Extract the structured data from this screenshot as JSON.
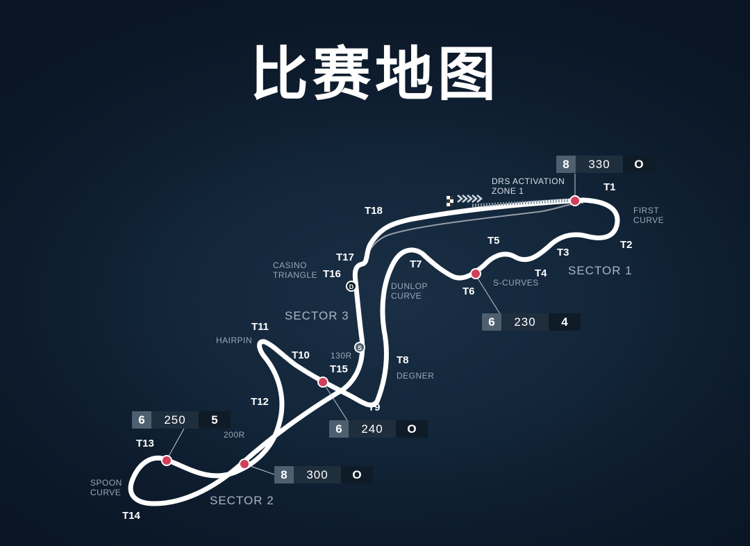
{
  "title": "比赛地图",
  "turns": {
    "t1": "T1",
    "t2": "T2",
    "t3": "T3",
    "t4": "T4",
    "t5": "T5",
    "t6": "T6",
    "t7": "T7",
    "t8": "T8",
    "t9": "T9",
    "t10": "T10",
    "t11": "T11",
    "t12": "T12",
    "t13": "T13",
    "t14": "T14",
    "t15": "T15",
    "t16": "T16",
    "t17": "T17",
    "t18": "T18"
  },
  "notes": {
    "drs_line1": "DRS ACTIVATION",
    "drs_line2": "ZONE 1",
    "first_curve_1": "FIRST",
    "first_curve_2": "CURVE",
    "s_curves": "S-CURVES",
    "casino_1": "CASINO",
    "casino_2": "TRIANGLE",
    "dunlop_1": "DUNLOP",
    "dunlop_2": "CURVE",
    "hairpin": "HAIRPIN",
    "m130r": "130R",
    "degner": "DEGNER",
    "m200r": "200R",
    "spoon_1": "SPOON",
    "spoon_2": "CURVE"
  },
  "sectors": {
    "s1": "SECTOR 1",
    "s2": "SECTOR 2",
    "s3": "SECTOR 3"
  },
  "markers": {
    "d": "D",
    "s": "S"
  },
  "speed_boxes": [
    {
      "gear": "8",
      "speed": "330",
      "extra": "O"
    },
    {
      "gear": "6",
      "speed": "230",
      "extra": "4"
    },
    {
      "gear": "6",
      "speed": "240",
      "extra": "O"
    },
    {
      "gear": "6",
      "speed": "250",
      "extra": "5"
    },
    {
      "gear": "8",
      "speed": "300",
      "extra": "O"
    }
  ],
  "colors": {
    "track": "#ffffff",
    "apex": "#d0405a",
    "background": "#0f2033"
  }
}
